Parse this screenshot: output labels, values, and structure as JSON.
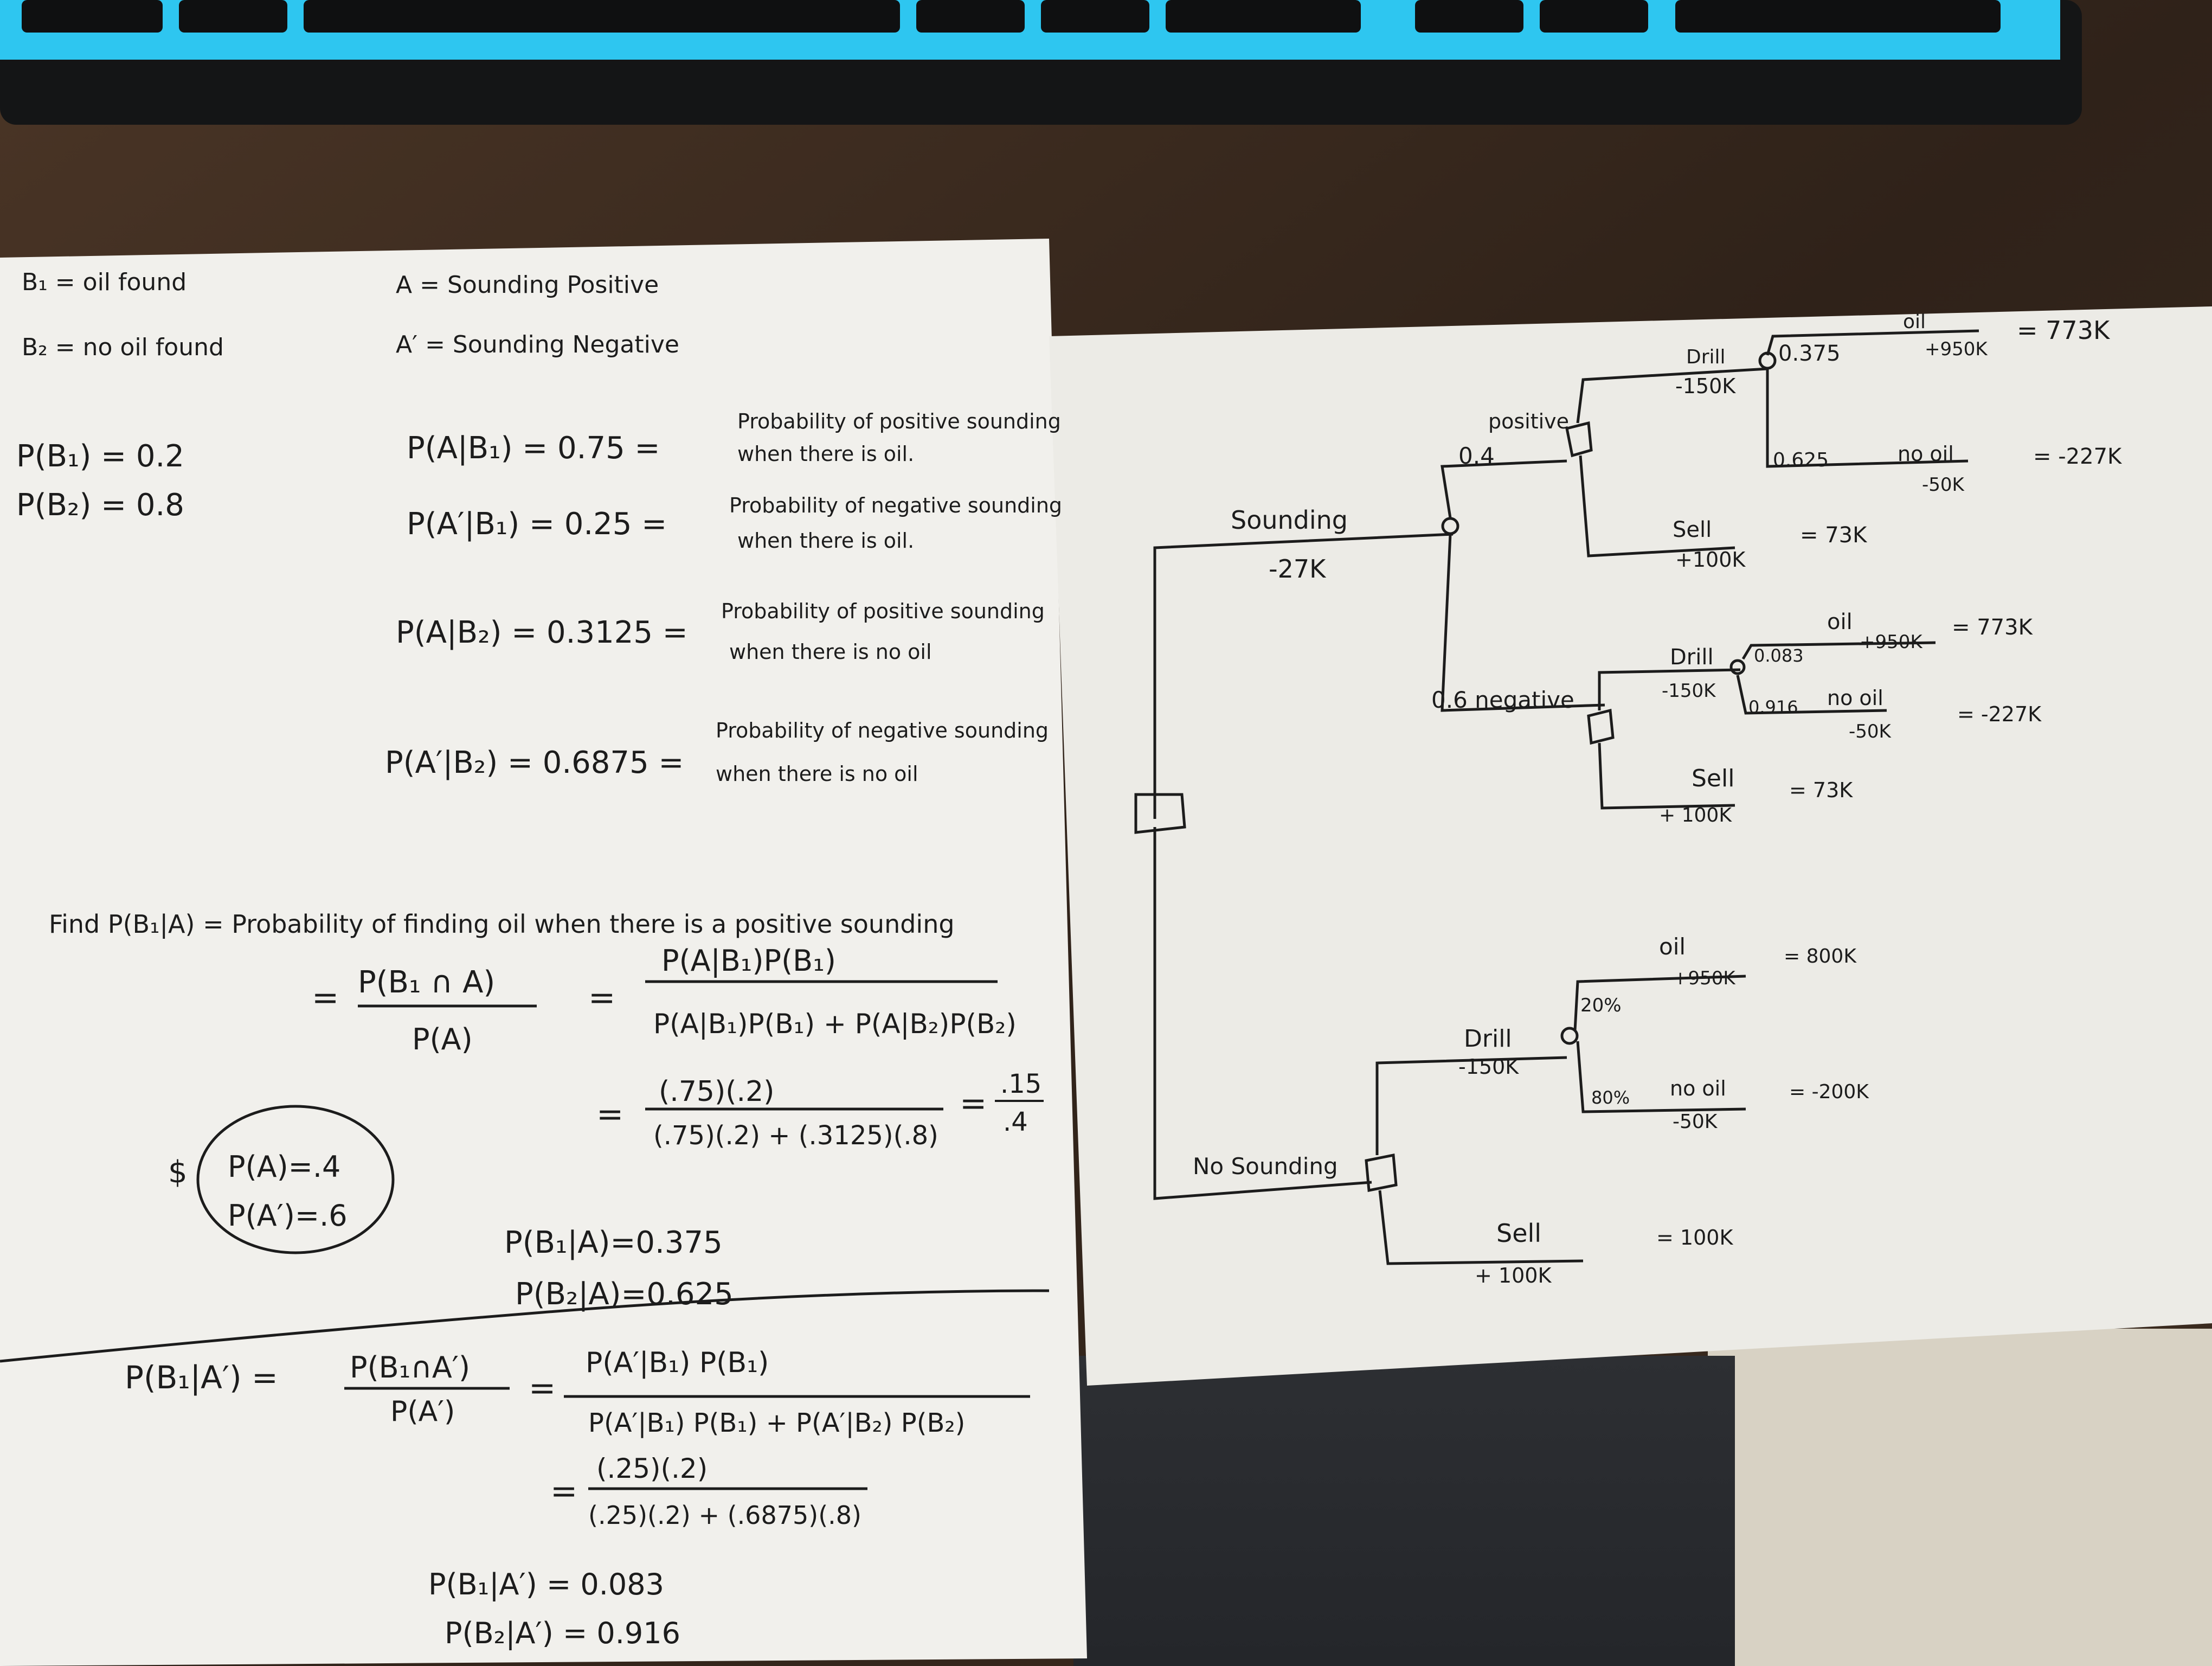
{
  "left_page": {
    "defs": {
      "b1": "B₁ = oil found",
      "b2": "B₂ = no oil found",
      "a": "A = Sounding Positive",
      "a_prime": "A′ = Sounding Negative"
    },
    "priors": {
      "p_b1": "P(B₁) = 0.2",
      "p_b2": "P(B₂) = 0.8"
    },
    "likelihoods": [
      {
        "eq": "P(A|B₁) = 0.75 =",
        "desc1": "Probability of positive sounding",
        "desc2": "when there is oil."
      },
      {
        "eq": "P(A′|B₁) = 0.25 =",
        "desc1": "Probability of negative sounding",
        "desc2": "when there is oil."
      },
      {
        "eq": "P(A|B₂) = 0.3125 =",
        "desc1": "Probability of positive sounding",
        "desc2": "when there is no oil"
      },
      {
        "eq": "P(A′|B₂) = 0.6875 =",
        "desc1": "Probability of negative sounding",
        "desc2": "when there is no oil"
      }
    ],
    "find": {
      "label": "Find P(B₁|A) = Probability of finding oil when there is a positive sounding",
      "step1_lhs_num": "P(B₁ ∩ A)",
      "step1_lhs_den": "P(A)",
      "step1_rhs_num": "P(A|B₁)P(B₁)",
      "step1_rhs_den": "P(A|B₁)P(B₁) + P(A|B₂)P(B₂)",
      "step2_num": "(.75)(.2)",
      "step2_den": "(.75)(.2) + (.3125)(.8)",
      "step2_res_num": ".15",
      "step2_res_den": ".4",
      "boxed1": "P(A)=.4",
      "boxed2": "P(A′)=.6",
      "result1": "P(B₁|A)=0.375",
      "result2": "P(B₂|A)=0.625"
    },
    "second": {
      "lhs": "P(B₁|A′) =",
      "num": "P(B₁∩A′)",
      "den": "P(A′)",
      "rhs_num": "P(A′|B₁) P(B₁)",
      "rhs_den": "P(A′|B₁) P(B₁) + P(A′|B₂) P(B₂)",
      "step_num": "(.25)(.2)",
      "step_den": "(.25)(.2) + (.6875)(.8)",
      "result1": "P(B₁|A′) = 0.083",
      "result2": "P(B₂|A′) = 0.916"
    }
  },
  "right_page": {
    "sounding": {
      "label": "Sounding",
      "value": "-27K"
    },
    "no_sounding": {
      "label": "No Sounding"
    },
    "positive": {
      "label": "positive",
      "prob": "0.4"
    },
    "negative": {
      "label": "0.6 negative"
    },
    "pos_drill": {
      "label": "Drill",
      "cost": "-150K"
    },
    "pos_oil": {
      "prob": "0.375",
      "label": "oil",
      "value": "+950K",
      "result": "= 773K"
    },
    "pos_nooil": {
      "prob": "0.625",
      "label": "no oil",
      "value": "-50K",
      "result": "= -227K"
    },
    "pos_sell": {
      "label": "Sell",
      "value": "+100K",
      "result": "= 73K"
    },
    "neg_drill": {
      "label": "Drill",
      "cost": "-150K"
    },
    "neg_oil": {
      "prob": "0.083",
      "label": "oil",
      "value": "+950K",
      "result": "= 773K"
    },
    "neg_nooil": {
      "prob": "0.916",
      "label": "no oil",
      "value": "-50K",
      "result": "= -227K"
    },
    "neg_sell": {
      "label": "Sell",
      "value": "+ 100K",
      "result": "= 73K"
    },
    "ns_drill": {
      "label": "Drill",
      "cost": "-150K"
    },
    "ns_oil": {
      "prob": "20%",
      "label": "oil",
      "value": "+950K",
      "result": "= 800K"
    },
    "ns_nooil": {
      "prob": "80%",
      "label": "no oil",
      "value": "-50K",
      "result": "= -200K"
    },
    "ns_sell": {
      "label": "Sell",
      "value": "+ 100K",
      "result": "= 100K"
    }
  },
  "colors": {
    "table": "#3a2a1f",
    "paper": "#f1f0ec",
    "ink": "#1c1c1c",
    "keyboard_glow": "#2ec6f0"
  }
}
